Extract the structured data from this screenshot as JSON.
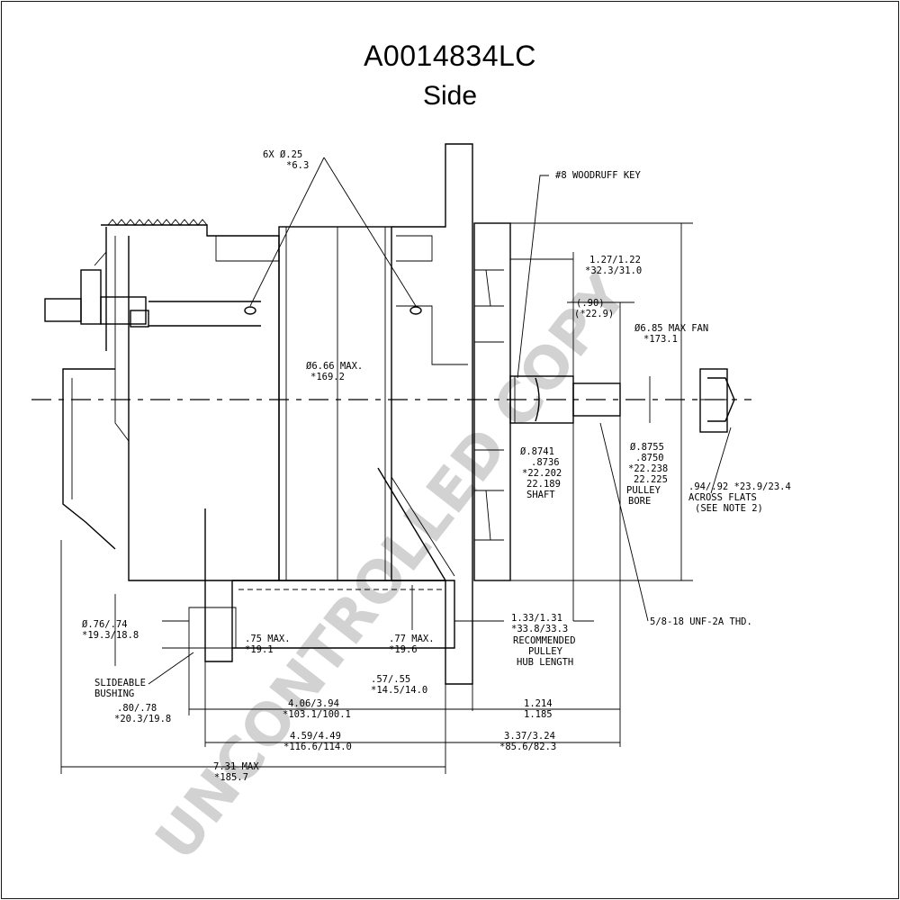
{
  "title": "A0014834LC",
  "subtitle": "Side",
  "watermark": "UNCONTROLLED COPY",
  "colors": {
    "line": "#000000",
    "watermark": "#d2d2d2",
    "background": "#ffffff"
  },
  "annotations": {
    "holes_line1": "6X Ø.25",
    "holes_line2": "*6.3",
    "woodruff": "#8 WOODRUFF KEY",
    "dim_127_line1": "1.27/1.22",
    "dim_127_line2": "*32.3/31.0",
    "dim_90_line1": "(.90)",
    "dim_90_line2": "(*22.9)",
    "fan_line1": "Ø6.85 MAX FAN",
    "fan_line2": "*173.1",
    "body_dia_line1": "Ø6.66 MAX.",
    "body_dia_line2": "*169.2",
    "shaft_line1": "Ø.8741",
    "shaft_line2": ".8736",
    "shaft_line3": "*22.202",
    "shaft_line4": "22.189",
    "shaft_line5": "SHAFT",
    "bore_line1": "Ø.8755",
    "bore_line2": ".8750",
    "bore_line3": "*22.238",
    "bore_line4": "22.225",
    "bore_line5": "PULLEY",
    "bore_line6": "BORE",
    "flats_line1": ".94/.92 *23.9/23.4",
    "flats_line2": "ACROSS FLATS",
    "flats_line3": "(SEE NOTE 2)",
    "thread": "5/8-18 UNF-2A THD.",
    "bush_dia_line1": "Ø.76/.74",
    "bush_dia_line2": "*19.3/18.8",
    "max75_line1": ".75 MAX.",
    "max75_line2": "*19.1",
    "max77_line1": ".77 MAX.",
    "max77_line2": "*19.6",
    "hub_line1": "1.33/1.31",
    "hub_line2": "*33.8/33.3",
    "hub_line3": "RECOMMENDED",
    "hub_line4": "PULLEY",
    "hub_line5": "HUB LENGTH",
    "slide_line1": "SLIDEABLE",
    "slide_line2": "BUSHING",
    "dim_57_line1": ".57/.55",
    "dim_57_line2": "*14.5/14.0",
    "dim_406_line1": "4.06/3.94",
    "dim_406_line2": "*103.1/100.1",
    "dim_1214_line1": "1.214",
    "dim_1214_line2": "1.185",
    "dim_80_line1": ".80/.78",
    "dim_80_line2": "*20.3/19.8",
    "dim_459_line1": "4.59/4.49",
    "dim_459_line2": "*116.6/114.0",
    "dim_337_line1": "3.37/3.24",
    "dim_337_line2": "*85.6/82.3",
    "dim_731_line1": "7.31 MAX",
    "dim_731_line2": "*185.7"
  }
}
